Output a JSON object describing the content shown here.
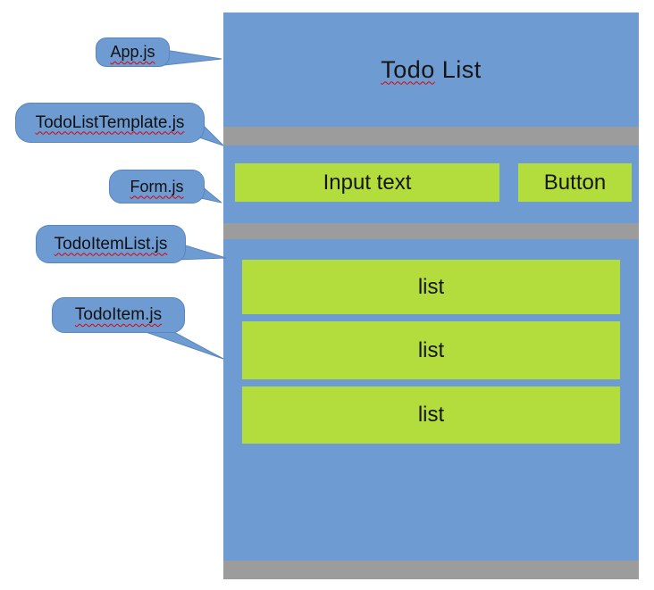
{
  "diagram": {
    "callouts": [
      {
        "id": "app",
        "label": "App.js"
      },
      {
        "id": "template",
        "label": "TodoListTemplate.js"
      },
      {
        "id": "form",
        "label": "Form.js"
      },
      {
        "id": "item_list",
        "label": "TodoItemList.js"
      },
      {
        "id": "item",
        "label": "TodoItem.js"
      }
    ],
    "mockup": {
      "title_misspelled": "Todo",
      "title_rest": "List",
      "form": {
        "input_label": "Input text",
        "button_label": "Button"
      },
      "list_items": [
        "list",
        "list",
        "list"
      ]
    },
    "colors": {
      "panel_blue": "#6E9CD2",
      "bubble_border": "#5885BF",
      "green": "#B3DD3D",
      "gray": "#9C9C9C",
      "squiggle_red": "#E00000"
    }
  }
}
